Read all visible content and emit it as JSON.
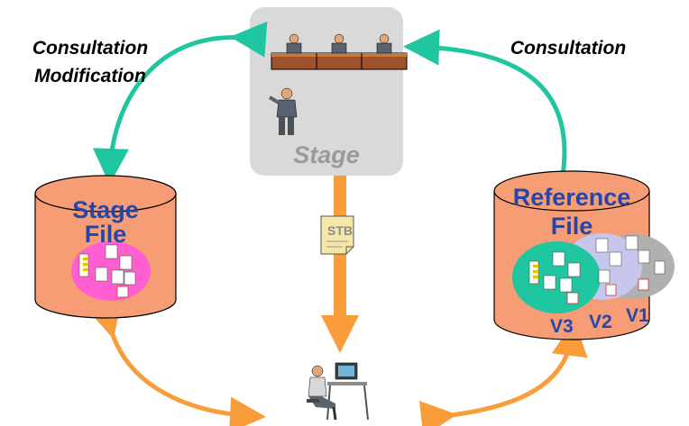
{
  "labels": {
    "left_top": "Consultation",
    "left_bottom": "Modification",
    "right": "Consultation"
  },
  "stage": {
    "label": "Stage"
  },
  "stage_file": {
    "line1": "Stage",
    "line2": "File"
  },
  "reference_file": {
    "line1": "Reference",
    "line2": "File",
    "versions": [
      "V3",
      "V2",
      "V1"
    ]
  },
  "document": {
    "label": "STB"
  },
  "colors": {
    "cylinder": "#f79d76",
    "arrow_green": "#1fc6a0",
    "arrow_orange": "#f89d3a",
    "text_blue": "#2546a8",
    "stage_bg": "#d9d9d9"
  }
}
